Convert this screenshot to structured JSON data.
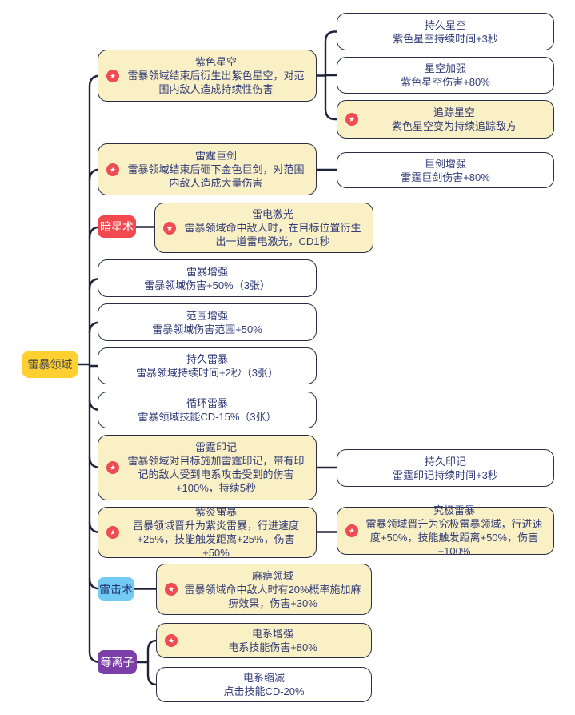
{
  "root": {
    "label": "雷暴领域"
  },
  "labels": {
    "anxingshu": "暗星术",
    "leijishu": "雷击术",
    "dengli_zi": "等离子"
  },
  "icons": {
    "star": "★"
  },
  "colors": {
    "node_yellow": "#faf0c5",
    "node_white": "#ffffff",
    "node_border": "#2a2d45",
    "node_text": "#333d78",
    "star_badge": "#ef4b52",
    "root_yellow": "#ffd02f",
    "label_red": "#f2494e",
    "label_blue": "#72cbf4",
    "label_purple": "#7c3ea8",
    "connector": "#20243a"
  },
  "nodes": {
    "zise_xingkong": {
      "title": "紫色星空",
      "body": "雷暴领域结束后衍生出紫色星空，对范围内敌人造成持续性伤害"
    },
    "leiting_jujian": {
      "title": "雷霆巨剑",
      "body": "雷暴领域结束后砸下金色巨剑，对范围内敌人造成大量伤害"
    },
    "leidian_jiguang": {
      "title": "雷电激光",
      "body": "雷暴领域命中敌人时，在目标位置衍生出一道雷电激光，CD1秒"
    },
    "leibao_zengqiang": {
      "title": "雷暴增强",
      "body": "雷暴领域伤害+50%（3张）"
    },
    "fanwei_zengqiang": {
      "title": "范围增强",
      "body": "雷暴领域伤害范围+50%"
    },
    "chijiu_leibao": {
      "title": "持久雷暴",
      "body": "雷暴领域持续时间+2秒（3张）"
    },
    "xunhuan_leibao": {
      "title": "循环雷暴",
      "body": "雷暴领域技能CD-15%（3张）"
    },
    "leiting_yinji": {
      "title": "雷霆印记",
      "body": "雷暴领域对目标施加雷霆印记，带有印记的敌人受到电系攻击受到的伤害+100%，持续5秒"
    },
    "ziyan_leibao": {
      "title": "紫炎雷暴",
      "body": "雷暴领域晋升为紫炎雷暴，行进速度+25%，技能触发距离+25%，伤害+50%"
    },
    "mabi_lingyu": {
      "title": "麻痹领域",
      "body": "雷暴领域命中敌人时有20%概率施加麻痹效果，伤害+30%"
    },
    "dianxi_zengqiang": {
      "title": "电系增强",
      "body": "电系技能伤害+80%"
    },
    "dianxi_suojian": {
      "title": "电系缩减",
      "body": "点击技能CD-20%"
    },
    "chijiu_xingkong": {
      "title": "持久星空",
      "body": "紫色星空持续时间+3秒"
    },
    "xingkong_jiaqiang": {
      "title": "星空加强",
      "body": "紫色星空伤害+80%"
    },
    "zhuizong_xingkong": {
      "title": "追踪星空",
      "body": "紫色星空变为持续追踪敌方"
    },
    "jujian_zengqiang": {
      "title": "巨剑增强",
      "body": "雷霆巨剑伤害+80%"
    },
    "chijiu_yinji": {
      "title": "持久印记",
      "body": "雷霆印记持续时间+3秒"
    },
    "jiji_leibao": {
      "title": "究极雷暴",
      "body": "雷暴领域晋升为究极雷暴领域，行进速度+50%，技能触发距离+50%，伤害+100%"
    }
  }
}
